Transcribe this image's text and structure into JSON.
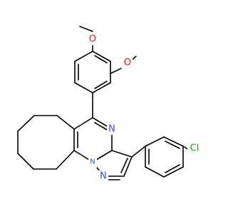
{
  "colors": {
    "background": "#ffffff",
    "bond": "#000000",
    "oxygen": "#ff0d0d",
    "nitrogen": "#3050f8",
    "chlorine": "#1fa01f"
  },
  "labels": {
    "o_top": "O",
    "o_right": "O",
    "n_ring_upper": "N",
    "n_bridge": "N",
    "n_pyrazole": "N",
    "cl": "Cl"
  }
}
